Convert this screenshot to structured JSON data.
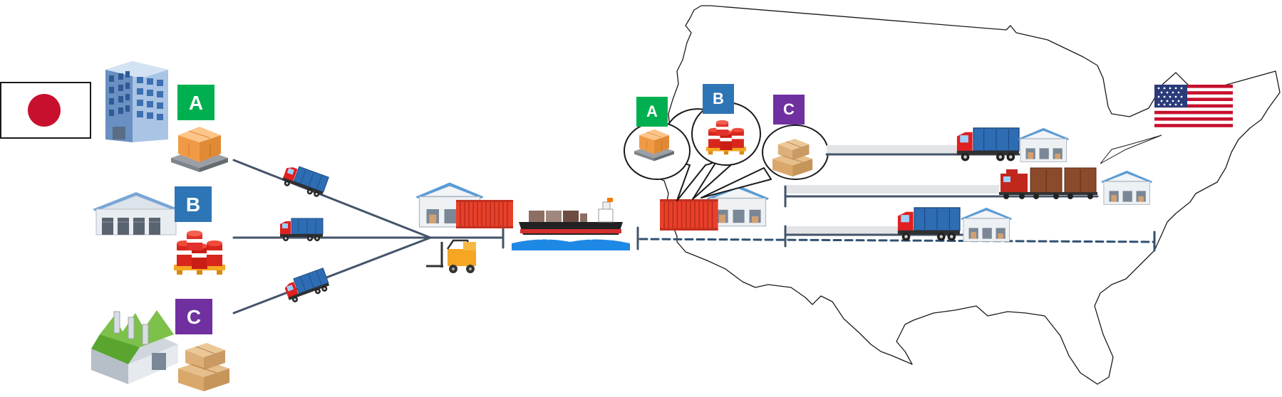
{
  "labels": {
    "a": "A",
    "b": "B",
    "c": "C"
  },
  "colors": {
    "a": "#00b050",
    "b": "#2e75b6",
    "c": "#7030a0",
    "route_line": "#44546a",
    "dashed_route": "#2f5070"
  },
  "icons": {
    "origin_flag": "japan-flag-icon",
    "destination_flag": "usa-flag-icon",
    "supplier_a": "office-building-icon",
    "supplier_b": "warehouse-icon",
    "supplier_c": "factory-icon",
    "cargo_a": "pallet-boxes-icon",
    "cargo_b": "oil-drums-icon",
    "cargo_c": "cardboard-boxes-icon",
    "transport_truck": "truck-icon",
    "consolidation": "container-warehouse-icon",
    "loader": "forklift-icon",
    "ocean": "cargo-ship-icon",
    "rail": "freight-train-icon",
    "map": "usa-map-outline-icon"
  }
}
